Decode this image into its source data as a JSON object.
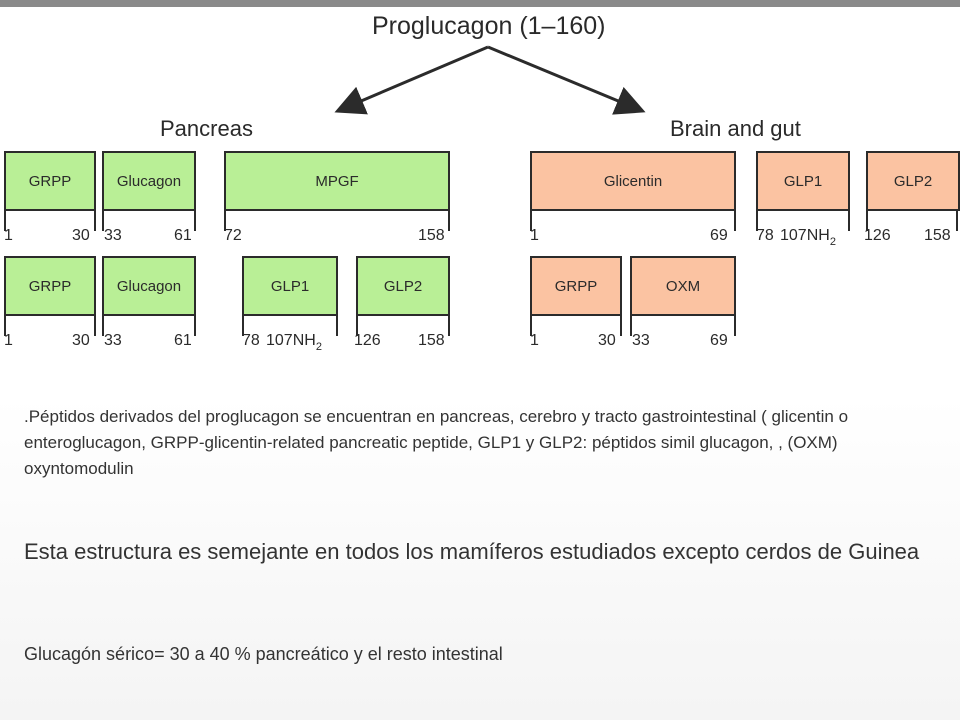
{
  "title": "Proglucagon (1–160)",
  "pancreas": {
    "label": "Pancreas",
    "row1": {
      "boxes": [
        "GRPP",
        "Glucagon",
        "MPGF"
      ],
      "labels": [
        "1",
        "30",
        "33",
        "61",
        "72",
        "158"
      ]
    },
    "row2": {
      "boxes": [
        "GRPP",
        "Glucagon",
        "GLP1",
        "GLP2"
      ],
      "labels": [
        "1",
        "30",
        "33",
        "61",
        "78",
        "107NH",
        "2",
        "126",
        "158"
      ]
    }
  },
  "brain_gut": {
    "label": "Brain and gut",
    "row1": {
      "boxes": [
        "Glicentin",
        "GLP1",
        "GLP2"
      ],
      "labels": [
        "1",
        "69",
        "78",
        "107NH",
        "2",
        "126",
        "158"
      ]
    },
    "row2": {
      "boxes": [
        "GRPP",
        "OXM"
      ],
      "labels": [
        "1",
        "30",
        "33",
        "69"
      ]
    }
  },
  "colors": {
    "pancreas_fill": "#b9ef96",
    "brain_gut_fill": "#fbc3a2",
    "outline": "#2b2b2b"
  },
  "text": {
    "p1": ".Péptidos derivados del proglucagon  se encuentran  en pancreas, cerebro y tracto gastrointestinal  ( glicentin o enteroglucagon, GRPP-glicentin-related pancreatic peptide, GLP1 y GLP2: péptidos simil glucagon, , (OXM) oxyntomodulin",
    "p2": "Esta estructura es semejante en todos los mamíferos estudiados excepto cerdos de Guinea",
    "p3": "Glucagón sérico= 30 a 40 % pancreático y el resto intestinal"
  }
}
